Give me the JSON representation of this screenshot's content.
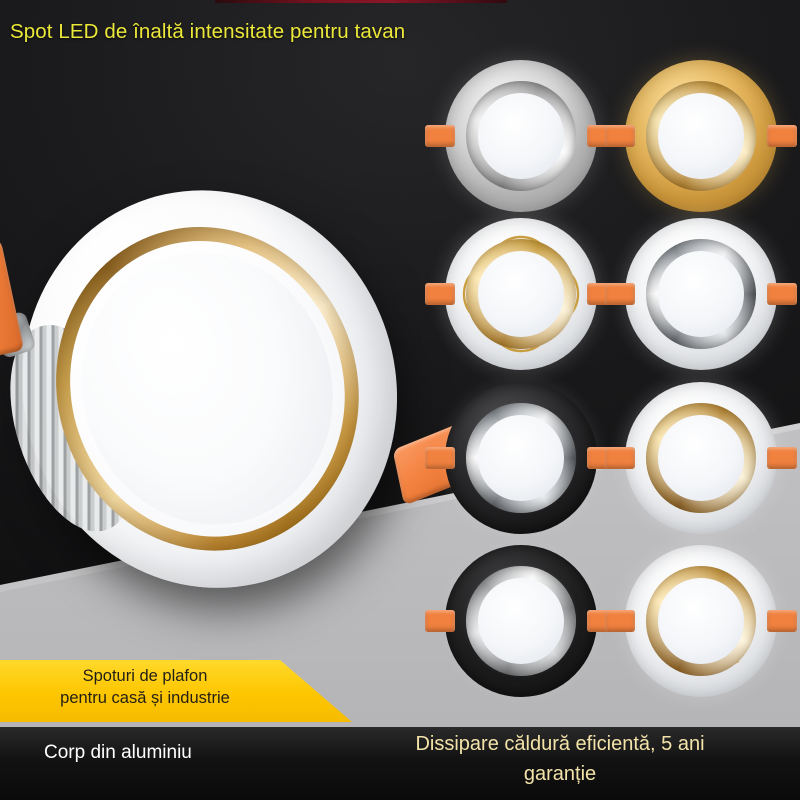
{
  "page": {
    "title": "Spot LED de înaltă intensitate pentru tavan",
    "accent_yellow": "#ece83a",
    "ribbon_yellow": "#fdc600",
    "clip_orange": "#f0813f",
    "footer_text_cream": "#f3e3a8"
  },
  "ribbon": {
    "line1": "Spoturi de plafon",
    "line2": "pentru casă și industrie"
  },
  "footer": {
    "left_label": "Corp din aluminiu",
    "right_line1": "Dissipare căldură eficientă, 5 ani",
    "right_line2": "garanție"
  },
  "hero": {
    "name": "main-led-downlight",
    "finish": "white-gold",
    "features": [
      "aluminium-heatsink",
      "orange-spring-clips",
      "gold-accent-ring"
    ]
  },
  "grid": {
    "rows": 4,
    "columns": 2,
    "items": [
      {
        "id": "spot-silver",
        "finish": "Silver brushed bezel",
        "row": 1,
        "col": 1
      },
      {
        "id": "spot-gold",
        "finish": "Gold bezel",
        "row": 1,
        "col": 2
      },
      {
        "id": "spot-gold-floral",
        "finish": "Gold floral pattern bezel",
        "row": 2,
        "col": 1
      },
      {
        "id": "spot-white-chrome",
        "finish": "White chrome bezel",
        "row": 2,
        "col": 2
      },
      {
        "id": "spot-black-chrome",
        "finish": "Black bezel chrome inner",
        "row": 3,
        "col": 1
      },
      {
        "id": "spot-white-gold",
        "finish": "White bezel gold inner",
        "row": 3,
        "col": 2
      },
      {
        "id": "spot-black-alu",
        "finish": "Black ring aluminium inner",
        "row": 4,
        "col": 1
      },
      {
        "id": "spot-white-swirl",
        "finish": "White gold swirl bezel",
        "row": 4,
        "col": 2
      }
    ]
  }
}
